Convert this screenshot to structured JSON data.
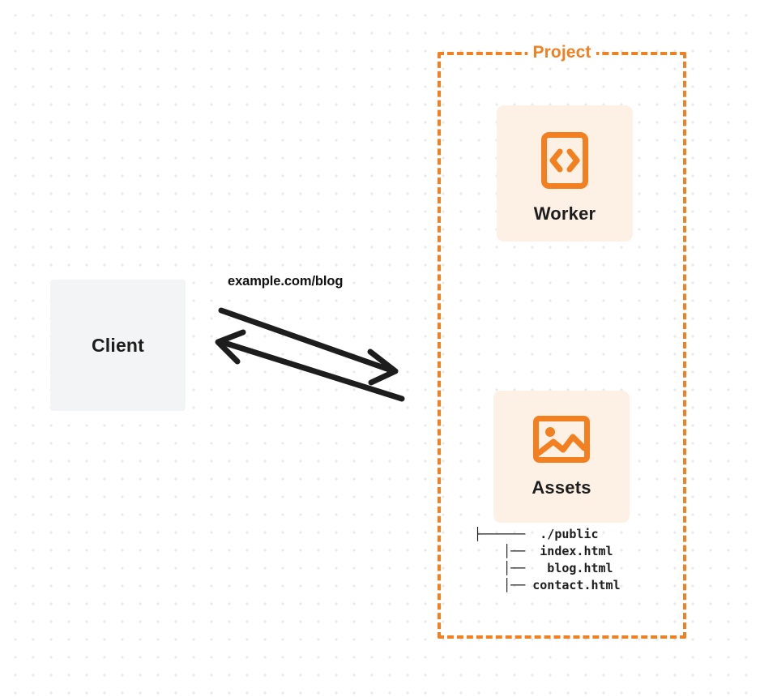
{
  "diagram": {
    "title": "Worker with static assets request flow",
    "background": {
      "style": "dotted-grid",
      "dot_color": "#e8e9eb",
      "page_color": "#ffffff"
    }
  },
  "client": {
    "label": "Client",
    "bg_color": "#f3f4f6",
    "text_color": "#1d1d1d"
  },
  "connection": {
    "label": "example.com/blog",
    "stroke_color": "#1d1d1d",
    "request_direction": "client-to-project",
    "response_direction": "project-to-client"
  },
  "project": {
    "title": "Project",
    "border_color": "#f38020",
    "border_style": "dashed",
    "nodes": [
      {
        "id": "worker",
        "label": "Worker",
        "icon": "code-brackets-icon",
        "bg_color": "#fdf1e6",
        "icon_color": "#f38020"
      },
      {
        "id": "assets",
        "label": "Assets",
        "icon": "image-icon",
        "bg_color": "#fdf1e6",
        "icon_color": "#f38020"
      }
    ],
    "file_tree": {
      "rows": [
        {
          "branch": "├─────",
          "name": "./public"
        },
        {
          "branch": "│──",
          "name": "index.html"
        },
        {
          "branch": "│──",
          "name": "blog.html"
        },
        {
          "branch": "│──",
          "name": "contact.html"
        }
      ],
      "lines": [
        "├──────  ./public",
        "    │──  index.html",
        "    │──   blog.html",
        "    │── contact.html"
      ]
    }
  }
}
